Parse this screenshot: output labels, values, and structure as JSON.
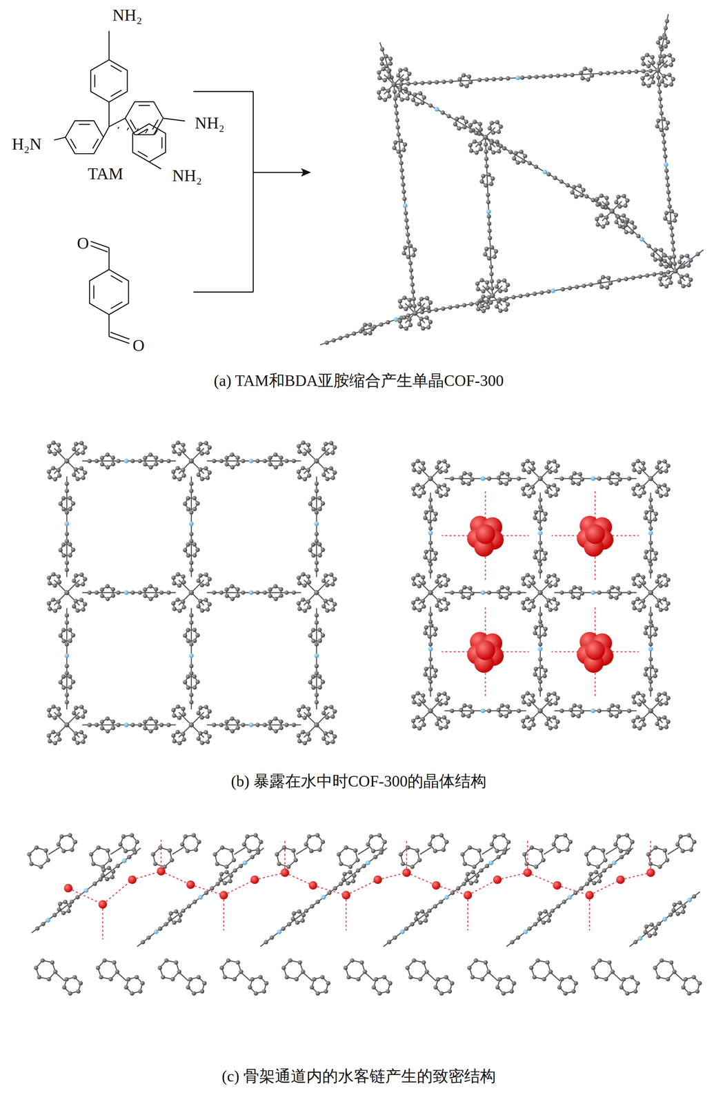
{
  "diagram": {
    "labels": [
      "NH₂",
      "NH₂",
      "H₂N",
      "NH₂",
      "TAM",
      "O",
      "O",
      "(a) TAM和BDA亚胺缩合产生单晶COF-300",
      "(b) 暴露在水中时COF-300的晶体结构",
      "(c) 骨架通道内的水客链产生的致密结构"
    ]
  }
}
